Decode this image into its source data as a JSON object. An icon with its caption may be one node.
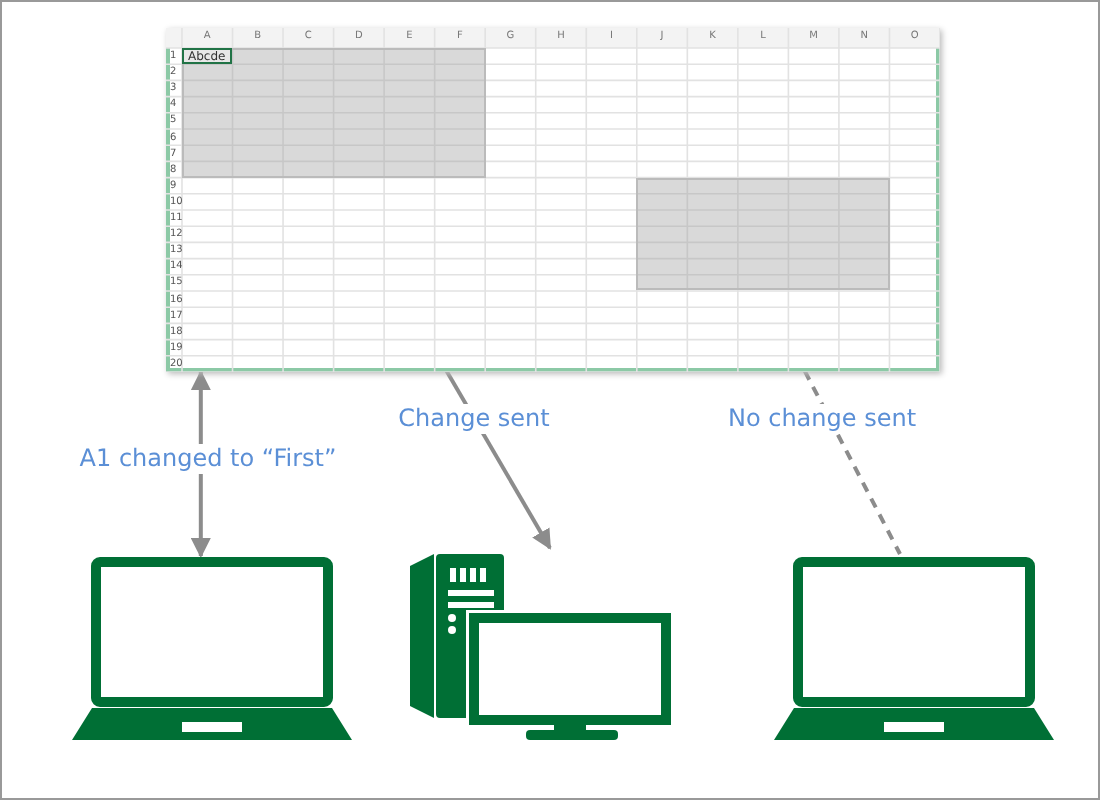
{
  "diagram": {
    "nodes": [
      {
        "text": [],
        "shape": "box"
      },
      {
        "text": [],
        "shape": "box",
        "in": 0
      },
      {
        "text": [],
        "shape": "box",
        "in": 0
      },
      {
        "text": [],
        "shape": "laptop"
      },
      {
        "text": [],
        "shape": "computer"
      },
      {
        "text": [],
        "shape": "laptop"
      }
    ],
    "edges": [
      {
        "from": 0,
        "to": 3,
        "arrow": "both",
        "label": "A1 changed to “First”"
      },
      {
        "from": 1,
        "to": 4,
        "arrow": "to",
        "label": "Change sent"
      },
      {
        "from": 2,
        "to": 5,
        "arrow": "none",
        "style": "dashed",
        "label": "No change sent"
      }
    ],
    "labels": [
      "A",
      "B",
      "C",
      "D",
      "E",
      "F",
      "G",
      "H",
      "I",
      "J",
      "K",
      "L",
      "M",
      "N",
      "O",
      "1",
      "Abcde",
      "2",
      "3",
      "4",
      "5",
      "6",
      "7",
      "8",
      "9",
      "10",
      "11",
      "12",
      "13",
      "14",
      "15",
      "16",
      "17",
      "18",
      "19",
      "20"
    ]
  }
}
